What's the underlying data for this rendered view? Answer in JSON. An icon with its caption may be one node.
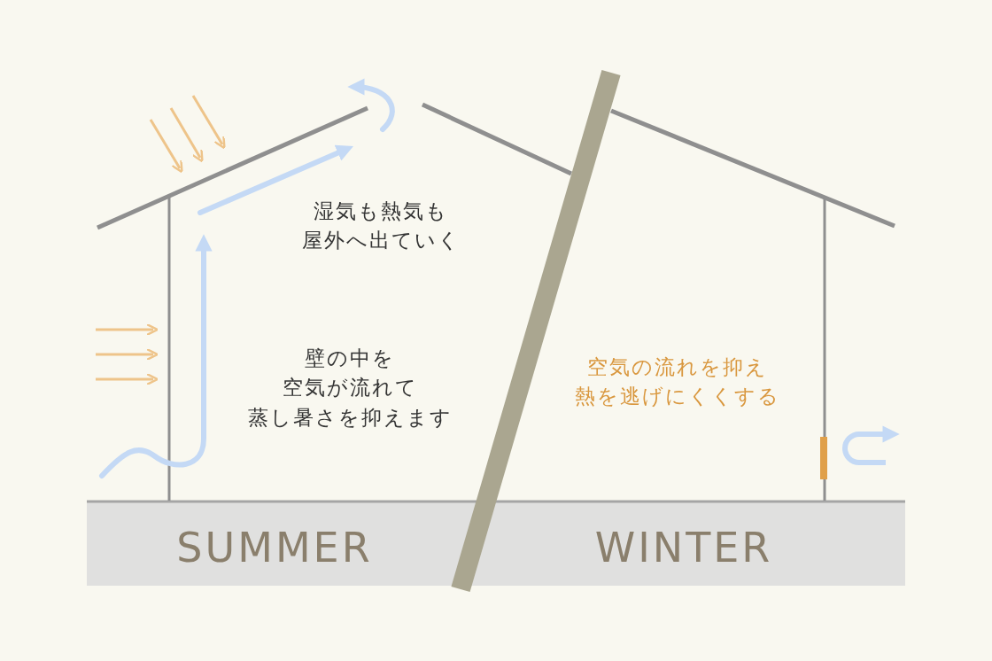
{
  "diagram": {
    "labels": [
      "湿気も熱気も屋外へ出ていく",
      "壁の中を空気が流れて蒸し暑さを抑えます",
      "空気の流れを抑え熱を逃げにくくする",
      "SUMMER",
      "WINTER"
    ]
  }
}
